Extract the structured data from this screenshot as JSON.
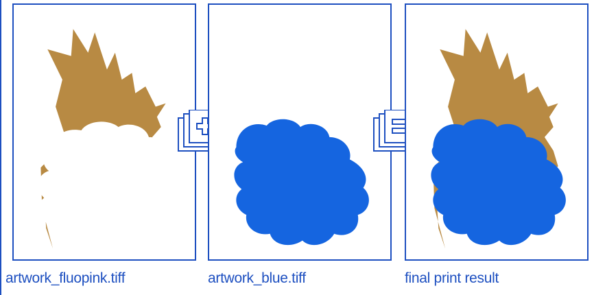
{
  "panels": [
    {
      "id": "fluopink",
      "caption": "artwork_fluopink.tiff"
    },
    {
      "id": "blue",
      "caption": "artwork_blue.tiff"
    },
    {
      "id": "result",
      "caption": "final print result"
    }
  ],
  "operators": [
    {
      "symbol": "+",
      "icon": "plus-stack-icon"
    },
    {
      "symbol": "=",
      "icon": "equals-stack-icon"
    }
  ],
  "colors": {
    "frame_stroke": "#1d4fc0",
    "caption_text": "#1d4fc0",
    "gold_shape": "#b88a43",
    "blue_shape": "#1565e0",
    "background": "#ffffff"
  }
}
